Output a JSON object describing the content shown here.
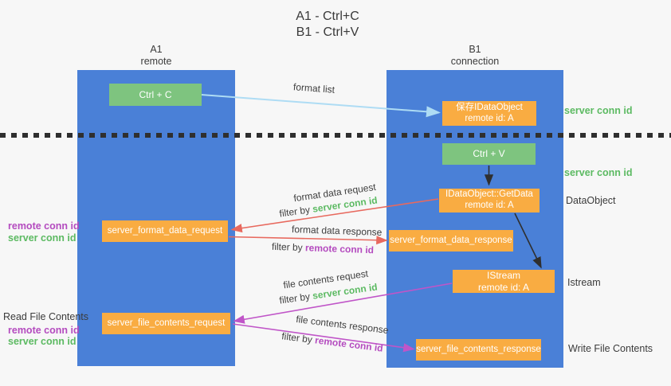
{
  "title": {
    "line1": "A1 - Ctrl+C",
    "line2": "B1 - Ctrl+V"
  },
  "columns": {
    "left": {
      "name": "A1",
      "role": "remote"
    },
    "right": {
      "name": "B1",
      "role": "connection"
    }
  },
  "nodes": {
    "ctrl_c": {
      "label": "Ctrl + C"
    },
    "save_dataobject": {
      "line1": "保存IDataObject",
      "line2": "remote id: A"
    },
    "ctrl_v": {
      "label": "Ctrl + V"
    },
    "getdata": {
      "line1": "IDataObject::GetData",
      "line2": "remote id: A"
    },
    "server_format_data_request": {
      "label": "server_format_data_request"
    },
    "server_format_data_response": {
      "label": "server_format_data_response"
    },
    "istream": {
      "line1": "IStream",
      "line2": "remote id: A"
    },
    "server_file_contents_request": {
      "label": "server_file_contents_request"
    },
    "server_file_contents_response": {
      "label": "server_file_contents_response"
    }
  },
  "arrows": {
    "format_list": {
      "label": "format list"
    },
    "format_data_request": {
      "label": "format data request",
      "filter_prefix": "filter by ",
      "filter_key": "server conn id"
    },
    "format_data_response": {
      "label": "format data response",
      "filter_prefix": "filter by ",
      "filter_key": "remote conn id"
    },
    "file_contents_request": {
      "label": "file contents request",
      "filter_prefix": "filter by ",
      "filter_key": "server conn id"
    },
    "file_contents_response": {
      "label": "file contents response",
      "filter_prefix": "filter by ",
      "filter_key": "remote conn id"
    }
  },
  "side_labels": {
    "right_server_conn_id_1": "server conn id",
    "right_server_conn_id_2": "server conn id",
    "right_dataobject": "DataObject",
    "right_istream": "Istream",
    "right_write_file_contents": "Write File Contents",
    "left_remote_conn_id_1": "remote conn id",
    "left_server_conn_id_1": "server conn id",
    "left_read_file_contents": "Read File Contents",
    "left_remote_conn_id_2": "remote conn id",
    "left_server_conn_id_2": "server conn id"
  },
  "colors": {
    "background": "#f7f7f7",
    "column_blue": "#4a80d7",
    "green_box": "#7ec47f",
    "orange_box": "#f9ac42",
    "box_text": "#ffffff",
    "dark_text": "#3b3b3b",
    "green_label": "#5cba62",
    "purple_label": "#b44bbf",
    "red_arrow": "#e8695e",
    "purple_arrow": "#c055c8",
    "blue_arrow": "#aedcf4",
    "black_arrow": "#2f2f2f"
  }
}
